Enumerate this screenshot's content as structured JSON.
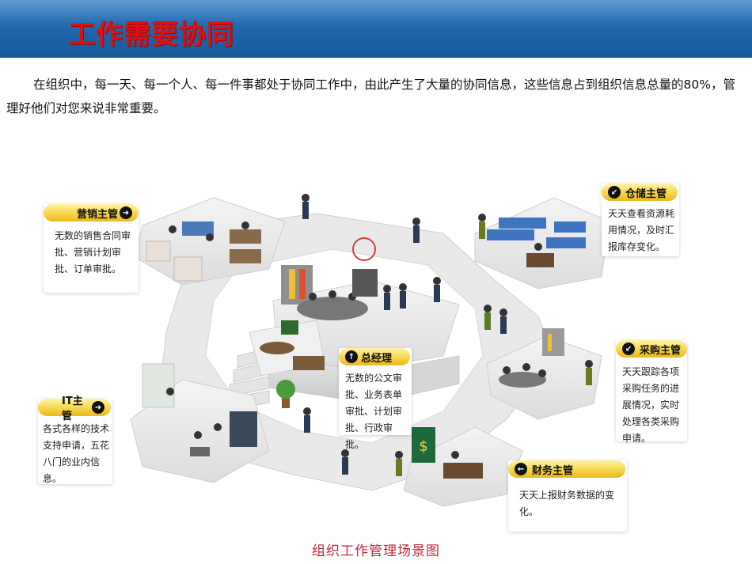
{
  "header": {
    "title": "工作需要协同"
  },
  "intro": "在组织中，每一天、每一个人、每一件事都处于协同工作中，由此产生了大量的协同信息，这些信息占到组织信息总量的80%，管理好他们对您来说非常重要。",
  "callouts": {
    "marketing": {
      "title": "营销主管",
      "text": "无数的销售合同审批、营销计划审批、订单审批。",
      "icon": "arrow-right-icon"
    },
    "warehouse": {
      "title": "仓储主管",
      "text": "天天查看资源耗用情况，及时汇报库存变化。",
      "icon": "arrow-down-left-icon"
    },
    "gm": {
      "title": "总经理",
      "text": "无数的公文审批、业务表单审批、计划审批、行政审批。",
      "icon": "arrow-up-icon"
    },
    "purchasing": {
      "title": "采购主管",
      "text": "天天跟踪各项采购任务的进展情况，实时处理各类采购申请。",
      "icon": "arrow-down-left-icon"
    },
    "it": {
      "title": "IT主管",
      "text": "各式各样的技术支持申请，五花八门的业内信息。",
      "icon": "arrow-right-icon"
    },
    "finance": {
      "title": "财务主管",
      "text": "天天上报财务数据的变化。",
      "icon": "arrow-left-icon"
    }
  },
  "caption": "组织工作管理场景图",
  "colors": {
    "header_blue": "#1f63a8",
    "title_red": "#e01010",
    "callout_yellow": "#f7d54a",
    "caption_red": "#c0283a"
  }
}
